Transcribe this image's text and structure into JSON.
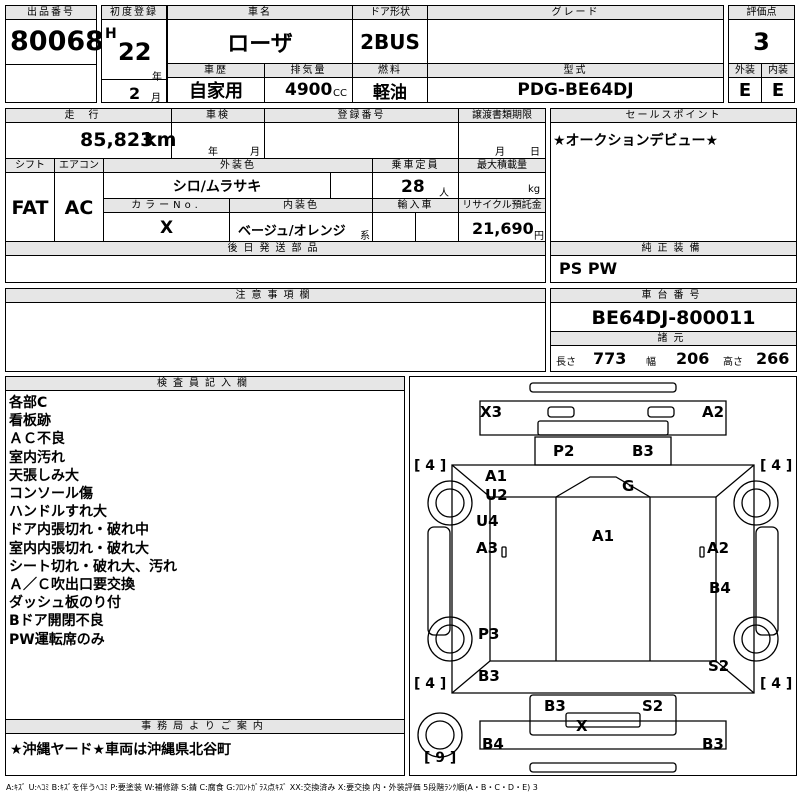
{
  "header": {
    "lot_label": "出品番号",
    "lot_no": "80068",
    "first_reg_label": "初度登録",
    "era": "H",
    "year": "22",
    "year_unit": "年",
    "month": "2",
    "month_unit": "月",
    "name_label": "車名",
    "car_name": "ローザ",
    "history_label": "車歴",
    "history": "自家用",
    "disp_label": "排気量",
    "displacement": "4900",
    "disp_unit": "CC",
    "door_label": "ドア形状",
    "door": "2BUS",
    "fuel_label": "燃料",
    "fuel": "軽油",
    "grade_label": "グレード",
    "grade": "",
    "model_label": "型式",
    "model": "PDG-BE64DJ",
    "score_label": "評価点",
    "score": "3",
    "ext_label": "外装",
    "ext": "E",
    "int_label": "内装",
    "int": "E"
  },
  "row2": {
    "mileage_label": "走行",
    "mileage": "85,823",
    "mileage_unit": "km",
    "inspection_label": "車検",
    "insp_year_unit": "年",
    "insp_month_unit": "月",
    "reg_label": "登録番号",
    "transfer_label": "譲渡書類期限",
    "transfer_month_unit": "月",
    "transfer_day_unit": "日",
    "sales_label": "セールスポイント",
    "sales_point": "★オークションデビュー★"
  },
  "row3": {
    "shift_label": "シフト",
    "shift": "FAT",
    "ac_label": "エアコン",
    "ac": "AC",
    "color_label": "外装色",
    "color": "シロ/ムラサキ",
    "capacity_label": "乗車定員",
    "capacity": "28",
    "capacity_unit": "人",
    "maxload_label": "最大積載量",
    "maxload_unit": "kg",
    "colorno_label": "カラーNo.",
    "colorno": "X",
    "interior_label": "内装色",
    "interior": "ベージュ/オレンジ",
    "interior_unit": "系",
    "import_label": "輸入車",
    "recycle_label": "リサイクル預託金",
    "recycle": "21,690",
    "recycle_unit": "円"
  },
  "parts": {
    "later_label": "後日発送部品",
    "genuine_label": "純正装備",
    "genuine": "PS PW"
  },
  "caution_label": "注意事項欄",
  "chassis": {
    "label": "車台番号",
    "number": "BE64DJ-800011",
    "dims_label": "諸元",
    "len_label": "長さ",
    "len": "773",
    "width_label": "幅",
    "width": "206",
    "height_label": "高さ",
    "height": "266"
  },
  "inspector": {
    "label": "検査員記入欄",
    "notes": [
      "各部C",
      "看板跡",
      "ＡＣ不良",
      "室内汚れ",
      "天張しみ大",
      "コンソール傷",
      "ハンドルすれ大",
      "ドア内張切れ・破れ中",
      "室内内張切れ・破れ大",
      "シート切れ・破れ大、汚れ",
      "Ａ／Ｃ吹出口要交換",
      "ダッシュ板のり付",
      "Bドア開閉不良",
      "PW運転席のみ"
    ]
  },
  "office": {
    "label": "事務局よりご案内",
    "message": "★沖縄ヤード★車両は沖縄県北谷町"
  },
  "diagram": {
    "marks": {
      "x3": "X3",
      "a2_top": "A2",
      "p2": "P2",
      "b3_top": "B3",
      "a1_left": "A1",
      "u2": "U2",
      "g": "G",
      "u4": "U4",
      "a3": "A3",
      "a1_center": "A1",
      "a2_right": "A2",
      "b4_right": "B4",
      "p3": "P3",
      "b3_left": "B3",
      "s2_right": "S2",
      "b3_rear": "B3",
      "s2_rear": "S2",
      "x_rear": "X",
      "b4_rear": "B4",
      "b3_rear2": "B3"
    },
    "tires": {
      "fl": "[ 4 ]",
      "fr": "[ 4 ]",
      "rl": "[ 4 ]",
      "rr": "[ 4 ]",
      "spare": "[ 9 ]"
    }
  },
  "legend": "A:ｷｽﾞ U:ﾍｺﾐ B:ｷｽﾞを伴うﾍｺﾐ P:要塗装 W:補修跡 S:錆 C:腐食 G:ﾌﾛﾝﾄｶﾞﾗｽ点ｷｽﾞ XX:交換済み X:要交換 内・外装評価 5段階ﾗﾝｸ順(A・B・C・D・E) 3"
}
